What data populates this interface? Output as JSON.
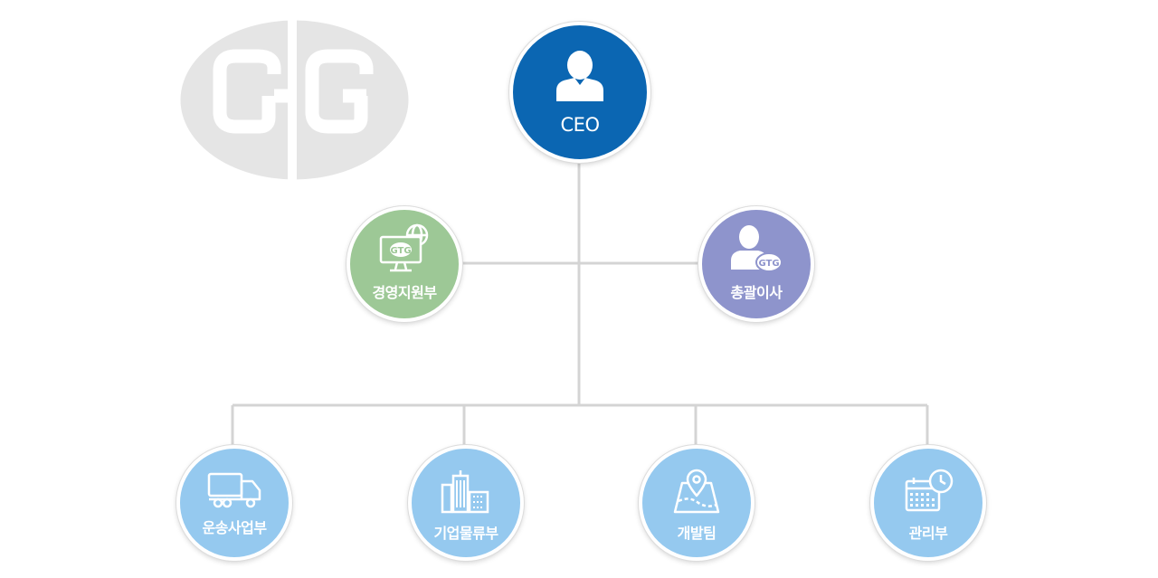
{
  "colors": {
    "ceo": "#0b66b2",
    "management_support": "#9dc896",
    "executive_director": "#8e94cc",
    "division": "#95c9ef",
    "connector": "#d4d4d4",
    "logo": "#e5e5e5"
  },
  "logo": {
    "icon": "gtg-logo"
  },
  "ceo": {
    "label": "CEO",
    "icon": "person-icon"
  },
  "staff": [
    {
      "label": "경영지원부",
      "icon": "monitor-globe-icon"
    },
    {
      "label": "총괄이사",
      "icon": "person-badge-icon"
    }
  ],
  "divisions": [
    {
      "label": "운송사업부",
      "icon": "truck-icon"
    },
    {
      "label": "기업물류부",
      "icon": "buildings-icon"
    },
    {
      "label": "개발팀",
      "icon": "map-pin-icon"
    },
    {
      "label": "관리부",
      "icon": "calendar-clock-icon"
    }
  ]
}
